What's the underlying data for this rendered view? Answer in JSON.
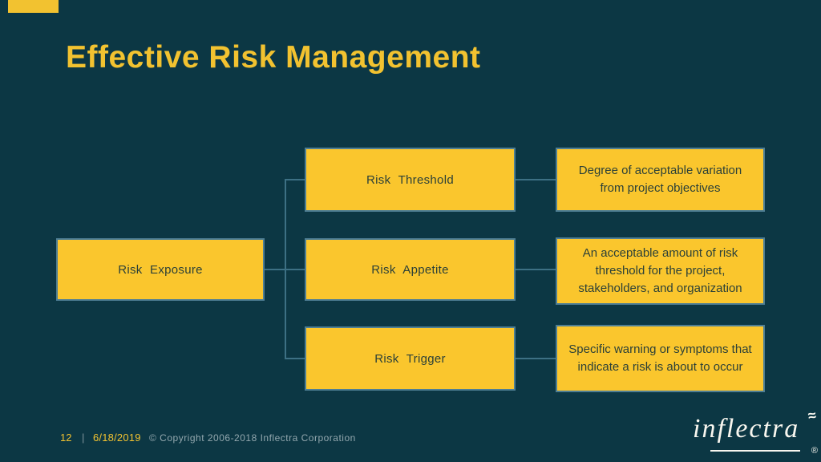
{
  "colors": {
    "background": "#0C3744",
    "accent_yellow": "#F2C230",
    "box_fill": "#FAC62D",
    "box_border": "#4E7E94",
    "box_text": "#2B4038",
    "connector": "#3D7084",
    "footer_text": "#93A7AE",
    "footer_dim": "#7E939B",
    "logo_white": "#F8F6EF"
  },
  "slide": {
    "title": "Effective Risk Management",
    "footer": {
      "page_number": "12",
      "separator": "|",
      "date": "6/18/2019",
      "copyright": "© Copyright 2006-2018 Inflectra Corporation"
    },
    "logo": {
      "wordmark": "inflectra",
      "squiggle": "≈",
      "registered": "®"
    }
  },
  "diagram": {
    "root": {
      "label": "Risk Exposure"
    },
    "rows": [
      {
        "term": "Risk Threshold",
        "description": "Degree of acceptable variation from project objectives"
      },
      {
        "term": "Risk Appetite",
        "description": "An acceptable amount of risk threshold for the project, stakeholders, and organization"
      },
      {
        "term": "Risk Trigger",
        "description": "Specific warning or symptoms that indicate a risk is about to occur"
      }
    ]
  }
}
